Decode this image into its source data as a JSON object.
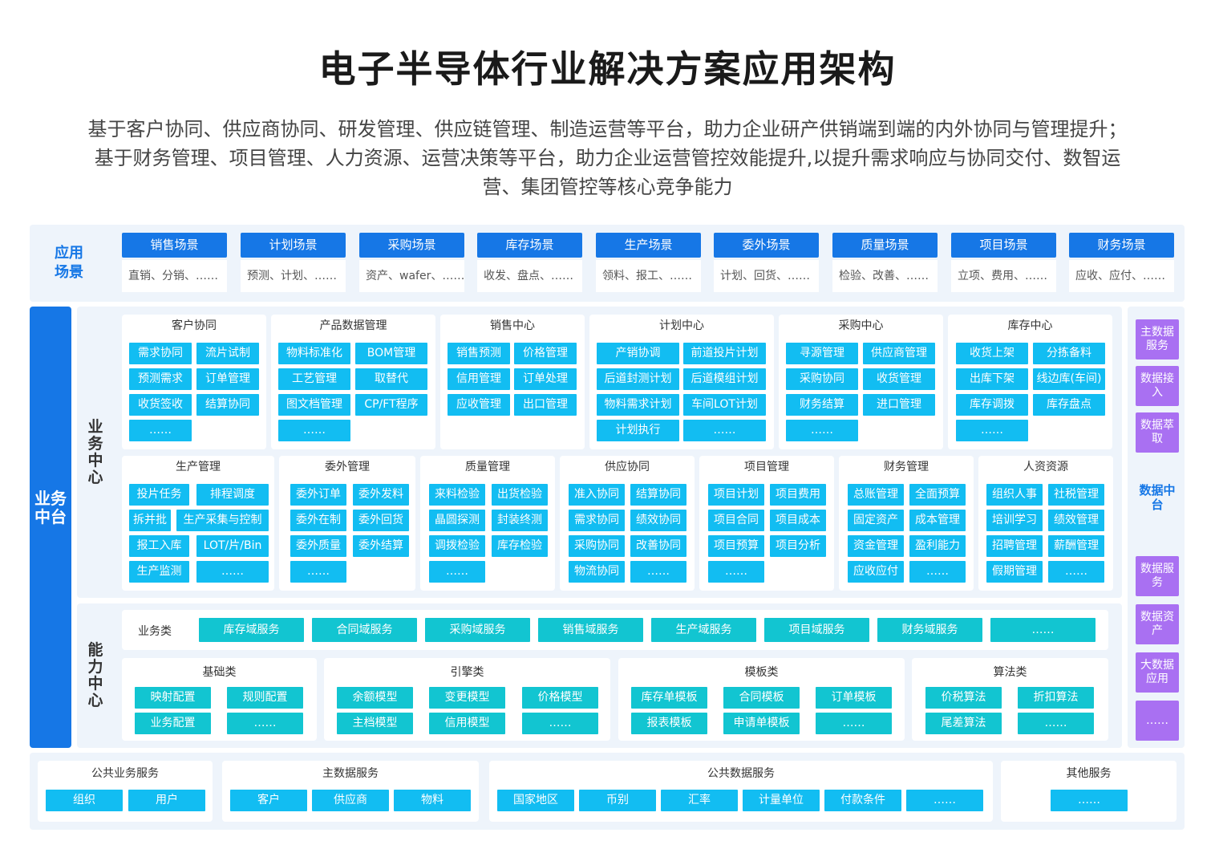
{
  "title": "电子半导体行业解决方案应用架构",
  "subtitle": "基于客户协同、供应商协同、研发管理、供应链管理、制造运营等平台，助力企业研产供销端到端的内外协同与管理提升；基于财务管理、项目管理、人力资源、运营决策等平台，助力企业运营管控效能提升,以提升需求响应与协同交付、数智运营、集团管控等核心竞争能力",
  "scenarios": {
    "label": "应用场景",
    "items": [
      {
        "head": "销售场景",
        "body": "直销、分销、……"
      },
      {
        "head": "计划场景",
        "body": "预测、计划、……"
      },
      {
        "head": "采购场景",
        "body": "资产、wafer、……"
      },
      {
        "head": "库存场景",
        "body": "收发、盘点、……"
      },
      {
        "head": "生产场景",
        "body": "领料、报工、……"
      },
      {
        "head": "委外场景",
        "body": "计划、回货、……"
      },
      {
        "head": "质量场景",
        "body": "检验、改善、……"
      },
      {
        "head": "项目场景",
        "body": "立项、费用、……"
      },
      {
        "head": "财务场景",
        "body": "应收、应付、……"
      }
    ]
  },
  "business_platform": {
    "label": "业务中台",
    "biz_center_label": "业务中心",
    "row1": [
      {
        "title": "客户协同",
        "items": [
          "需求协同",
          "流片试制",
          "预测需求",
          "订单管理",
          "收货签收",
          "结算协同",
          "……"
        ]
      },
      {
        "title": "产品数据管理",
        "items": [
          "物料标准化",
          "BOM管理",
          "工艺管理",
          "取替代",
          "图文档管理",
          "CP/FT程序",
          "……"
        ]
      },
      {
        "title": "销售中心",
        "items": [
          "销售预测",
          "价格管理",
          "信用管理",
          "订单处理",
          "应收管理",
          "出口管理"
        ]
      },
      {
        "title": "计划中心",
        "items": [
          "产销协调",
          "前道投片计划",
          "后道封测计划",
          "后道模组计划",
          "物料需求计划",
          "车间LOT计划",
          "计划执行",
          "……"
        ]
      },
      {
        "title": "采购中心",
        "items": [
          "寻源管理",
          "供应商管理",
          "采购协同",
          "收货管理",
          "财务结算",
          "进口管理",
          "……"
        ]
      },
      {
        "title": "库存中心",
        "items": [
          "收货上架",
          "分拣备料",
          "出库下架",
          "线边库(车间)",
          "库存调拨",
          "库存盘点",
          "……"
        ]
      }
    ],
    "row2": [
      {
        "title": "生产管理",
        "items": [
          "投片任务",
          "排程调度",
          "拆并批",
          "生产采集与控制",
          "报工入库",
          "LOT/片/Bin",
          "生产监测",
          "……"
        ]
      },
      {
        "title": "委外管理",
        "items": [
          "委外订单",
          "委外发料",
          "委外在制",
          "委外回货",
          "委外质量",
          "委外结算",
          "……"
        ]
      },
      {
        "title": "质量管理",
        "items": [
          "来料检验",
          "出货检验",
          "晶圆探测",
          "封装终测",
          "调拨检验",
          "库存检验",
          "……"
        ]
      },
      {
        "title": "供应协同",
        "items": [
          "准入协同",
          "结算协同",
          "需求协同",
          "绩效协同",
          "采购协同",
          "改善协同",
          "物流协同",
          "……"
        ]
      },
      {
        "title": "项目管理",
        "items": [
          "项目计划",
          "项目费用",
          "项目合同",
          "项目成本",
          "项目预算",
          "项目分析",
          "……"
        ]
      },
      {
        "title": "财务管理",
        "items": [
          "总账管理",
          "全面预算",
          "固定资产",
          "成本管理",
          "资金管理",
          "盈利能力",
          "应收应付",
          "……"
        ]
      },
      {
        "title": "人资资源",
        "items": [
          "组织人事",
          "社税管理",
          "培训学习",
          "绩效管理",
          "招聘管理",
          "薪酬管理",
          "假期管理",
          "……"
        ]
      }
    ],
    "capability_label": "能力中心",
    "business_class": {
      "label": "业务类",
      "items": [
        "库存域服务",
        "合同域服务",
        "采购域服务",
        "销售域服务",
        "生产域服务",
        "项目域服务",
        "财务域服务",
        "……"
      ]
    },
    "cap_groups": [
      {
        "title": "基础类",
        "items": [
          "映射配置",
          "规则配置",
          "业务配置",
          "……"
        ]
      },
      {
        "title": "引擎类",
        "items": [
          "余额模型",
          "变更模型",
          "价格模型",
          "主档模型",
          "信用模型",
          "……"
        ]
      },
      {
        "title": "模板类",
        "items": [
          "库存单模板",
          "合同模板",
          "订单模板",
          "报表模板",
          "申请单模板",
          "……"
        ]
      },
      {
        "title": "算法类",
        "items": [
          "价税算法",
          "折扣算法",
          "尾差算法",
          "……"
        ]
      }
    ]
  },
  "data_platform": {
    "label": "数据中台",
    "items_top": [
      "主数据服务",
      "数据接入",
      "数据萃取"
    ],
    "items_bottom": [
      "数据服务",
      "数据资产",
      "大数据应用",
      "……"
    ]
  },
  "public_services": [
    {
      "title": "公共业务服务",
      "items": [
        "组织",
        "用户"
      ]
    },
    {
      "title": "主数据服务",
      "items": [
        "客户",
        "供应商",
        "物料"
      ]
    },
    {
      "title": "公共数据服务",
      "items": [
        "国家地区",
        "币别",
        "汇率",
        "计量单位",
        "付款条件",
        "……"
      ]
    },
    {
      "title": "其他服务",
      "items": [
        "……"
      ]
    }
  ],
  "colors": {
    "primary": "#1677e6",
    "module": "#12bdf2",
    "teal": "#12c5d1",
    "purple": "#a970f2",
    "panel": "#eef4fb"
  }
}
